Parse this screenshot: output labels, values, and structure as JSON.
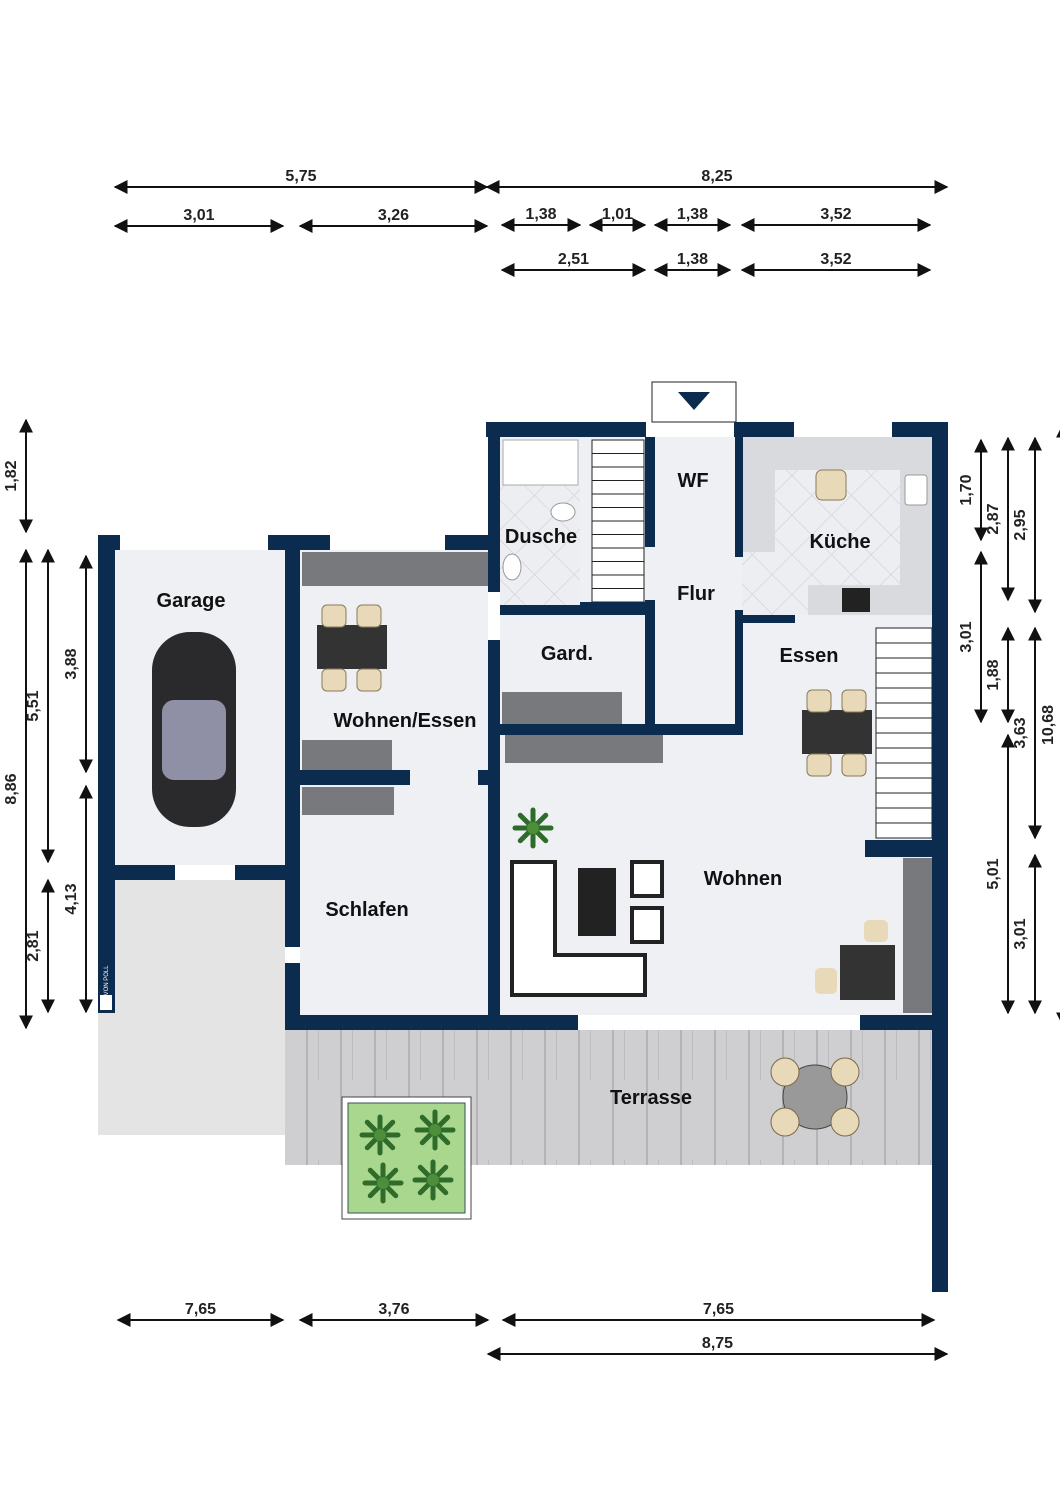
{
  "colors": {
    "wall": "#0c2c4f",
    "floor": "#eef0f4",
    "tile": "#e6e9ee",
    "deck": "#c9c9cc",
    "grass": "#a9d78d",
    "driveway": "#e4e4e4"
  },
  "rooms": [
    {
      "id": "garage",
      "label": "Garage"
    },
    {
      "id": "wohnen-essen",
      "label": "Wohnen/Essen"
    },
    {
      "id": "schlafen",
      "label": "Schlafen"
    },
    {
      "id": "dusche",
      "label": "Dusche"
    },
    {
      "id": "wf",
      "label": "WF"
    },
    {
      "id": "flur",
      "label": "Flur"
    },
    {
      "id": "kueche",
      "label": "Küche"
    },
    {
      "id": "gard",
      "label": "Gard."
    },
    {
      "id": "essen",
      "label": "Essen"
    },
    {
      "id": "wohnen",
      "label": "Wohnen"
    },
    {
      "id": "terrasse",
      "label": "Terrasse"
    }
  ],
  "dimensions": {
    "top": [
      "5,75",
      "8,25",
      "3,01",
      "3,26",
      "1,38",
      "1,01",
      "1,38",
      "3,52",
      "2,51",
      "1,38",
      "3,52"
    ],
    "left": [
      "1,82",
      "8,86",
      "5,51",
      "3,88",
      "2,81",
      "4,13"
    ],
    "right": [
      "1,70",
      "2,87",
      "2,95",
      "3,01",
      "1,88",
      "3,63",
      "10,68",
      "5,01",
      "3,01"
    ],
    "bottom": [
      "7,65",
      "3,76",
      "7,65",
      "8,75"
    ]
  },
  "logo": {
    "text": "VP VON POLL"
  },
  "icons": [
    "car-icon",
    "entrance-arrow-icon",
    "plant-icon",
    "stove-icon",
    "sink-icon",
    "shower-icon",
    "toilet-icon",
    "sofa-icon",
    "dining-table-icon",
    "stairs-icon"
  ]
}
